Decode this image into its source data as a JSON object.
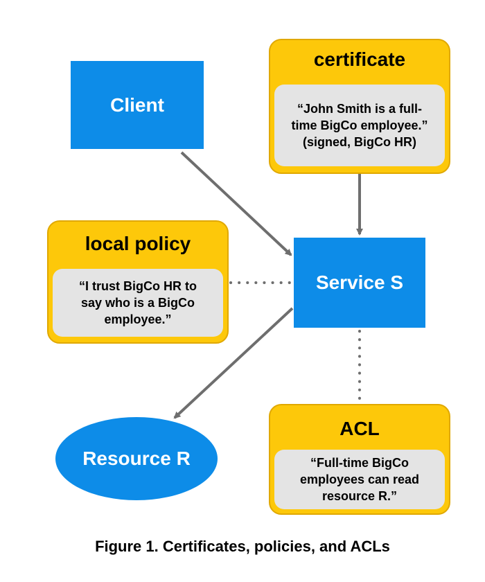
{
  "nodes": {
    "client": "Client",
    "service": "Service S",
    "resource": "Resource R"
  },
  "certificate": {
    "title": "certificate",
    "text": "“John Smith is a full-\ntime BigCo employee.”\n(signed, BigCo HR)"
  },
  "local_policy": {
    "title": "local policy",
    "text": "“I trust BigCo HR to\nsay who is a BigCo\nemployee.”"
  },
  "acl": {
    "title": "ACL",
    "text": "“Full-time BigCo\nemployees can read\nresource R.”"
  },
  "caption": "Figure 1. Certificates, policies, and ACLs",
  "colors": {
    "blue": "#0d8ce8",
    "yellow": "#fdc80a",
    "gray_body": "#e4e4e4",
    "arrow": "#6e6e6e"
  }
}
